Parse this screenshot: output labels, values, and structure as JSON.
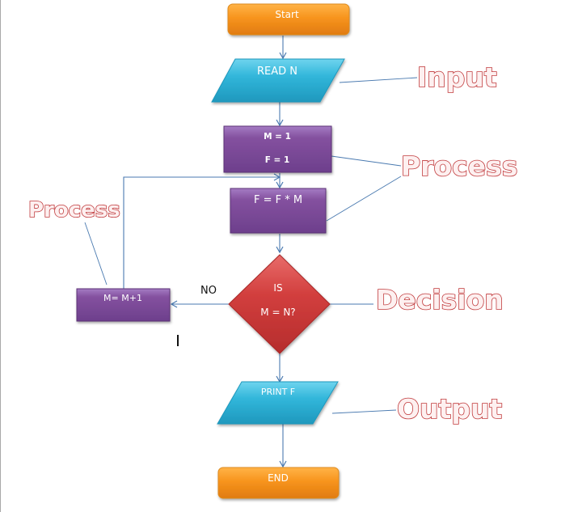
{
  "diagram": {
    "title": "Factorial flowchart",
    "colors": {
      "terminal": "#f7941d",
      "io": "#2fb5d9",
      "process": "#7e4a9e",
      "decision": "#d0393a",
      "connector": "#4a7ab0",
      "callout_stroke": "#c0393b"
    },
    "nodes": {
      "start": {
        "type": "terminal",
        "label": "Start"
      },
      "read": {
        "type": "input",
        "label": "READ N"
      },
      "init": {
        "type": "process",
        "line1": "M = 1",
        "line2": "F = 1"
      },
      "multiply": {
        "type": "process",
        "label": "F = F * M"
      },
      "decision": {
        "type": "decision",
        "line1": "IS",
        "line2": "M = N?"
      },
      "increment": {
        "type": "process",
        "label": "M= M+1"
      },
      "print": {
        "type": "output",
        "label": "PRINT F"
      },
      "end": {
        "type": "terminal",
        "label": "END"
      }
    },
    "edge_labels": {
      "no": "NO"
    },
    "callouts": {
      "input": "Input",
      "process_right": "Process",
      "process_left": "Process",
      "decision": "Decision",
      "output": "Output"
    }
  }
}
